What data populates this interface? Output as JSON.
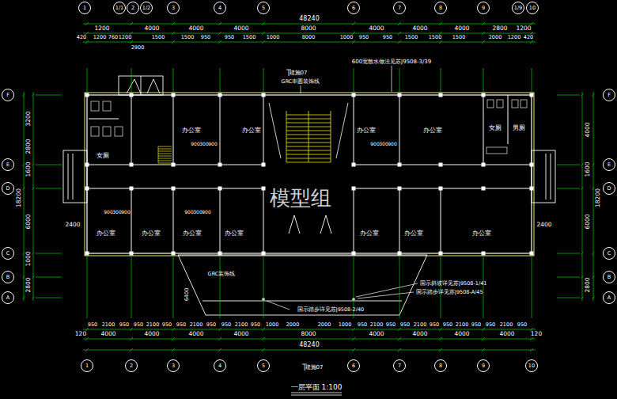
{
  "diagram": {
    "title": "一层平面 1:100",
    "nodes": [
      {
        "text": [
          "1"
        ]
      },
      {
        "text": [
          "1/1"
        ]
      },
      {
        "text": [
          "2"
        ]
      },
      {
        "text": [
          "1/2"
        ]
      },
      {
        "text": [
          "3"
        ]
      },
      {
        "text": [
          "4"
        ]
      },
      {
        "text": [
          "5"
        ]
      },
      {
        "text": [
          "6"
        ]
      },
      {
        "text": [
          "7"
        ]
      },
      {
        "text": [
          "8"
        ]
      },
      {
        "text": [
          "9"
        ]
      },
      {
        "text": [
          "1/9"
        ]
      },
      {
        "text": [
          "10"
        ]
      },
      {
        "text": [
          "F"
        ]
      },
      {
        "text": [
          "E"
        ]
      },
      {
        "text": [
          "D"
        ]
      },
      {
        "text": [
          "C"
        ]
      },
      {
        "text": [
          "B"
        ]
      },
      {
        "text": [
          "A"
        ]
      },
      {
        "text": [
          "女厕"
        ]
      },
      {
        "text": [
          "办公室"
        ]
      },
      {
        "text": [
          "办公室"
        ]
      },
      {
        "text": [
          "办公室"
        ]
      },
      {
        "text": [
          "办公室"
        ]
      },
      {
        "text": [
          "女厕"
        ]
      },
      {
        "text": [
          "男厕"
        ]
      },
      {
        "text": [
          "办公室"
        ]
      },
      {
        "text": [
          "办公室"
        ]
      },
      {
        "text": [
          "办公室"
        ]
      },
      {
        "text": [
          "办公室"
        ]
      },
      {
        "text": [
          "办公室"
        ]
      },
      {
        "text": [
          "办公室"
        ]
      },
      {
        "text": [
          "办公室"
        ]
      },
      {
        "text": [
          "F"
        ]
      },
      {
        "text": [
          "E"
        ]
      },
      {
        "text": [
          "D"
        ]
      },
      {
        "text": [
          "C"
        ]
      },
      {
        "text": [
          "B"
        ]
      },
      {
        "text": [
          "A"
        ]
      },
      {
        "text": [
          "1"
        ]
      },
      {
        "text": [
          "2"
        ]
      },
      {
        "text": [
          "3"
        ]
      },
      {
        "text": [
          "4"
        ]
      },
      {
        "text": [
          "5"
        ]
      },
      {
        "text": [
          "6"
        ]
      },
      {
        "text": [
          "7"
        ]
      },
      {
        "text": [
          "8"
        ]
      },
      {
        "text": [
          "9"
        ]
      },
      {
        "text": [
          "10"
        ]
      }
    ],
    "labels": [
      "48240",
      "1200",
      "4000",
      "4000",
      "4000",
      "8000",
      "4000",
      "4000",
      "4000",
      "2800",
      "1200",
      "420",
      "1200",
      "760",
      "1200",
      "1500",
      "1500",
      "950",
      "950",
      "1500",
      "1000",
      "8000",
      "1000",
      "950",
      "950",
      "1500",
      "1500",
      "1500",
      "2000",
      "1200",
      "420",
      "2900",
      "950",
      "2100",
      "950",
      "950",
      "2100",
      "950",
      "950",
      "2100",
      "950",
      "950",
      "2100",
      "950",
      "1000",
      "2000",
      "2000",
      "1000",
      "950",
      "2100",
      "950",
      "950",
      "2100",
      "950",
      "950",
      "2100",
      "950",
      "950",
      "2100",
      "950",
      "120",
      "4000",
      "4000",
      "4000",
      "4000",
      "8000",
      "4000",
      "4000",
      "4000",
      "4000",
      "120",
      "48240",
      "18200",
      "3200",
      "2800",
      "1600",
      "6000",
      "1000",
      "2800",
      "4000",
      "1600",
      "6000",
      "2800",
      "18200",
      "2400",
      "2400",
      "建施07",
      "GRC串圆装饰线",
      "600宽散水做法见苏J9508-3/39",
      "GRC装饰线",
      "6400",
      "国示斜坡详见苏J9508-1/41",
      "国示踏步详见苏J9508-A/45",
      "国示踏步详见苏J9508-2/40",
      "建施07",
      "模型组",
      "900",
      "300",
      "900",
      "900",
      "300",
      "900",
      "900",
      "300",
      "900",
      "900",
      "300",
      "900"
    ]
  }
}
